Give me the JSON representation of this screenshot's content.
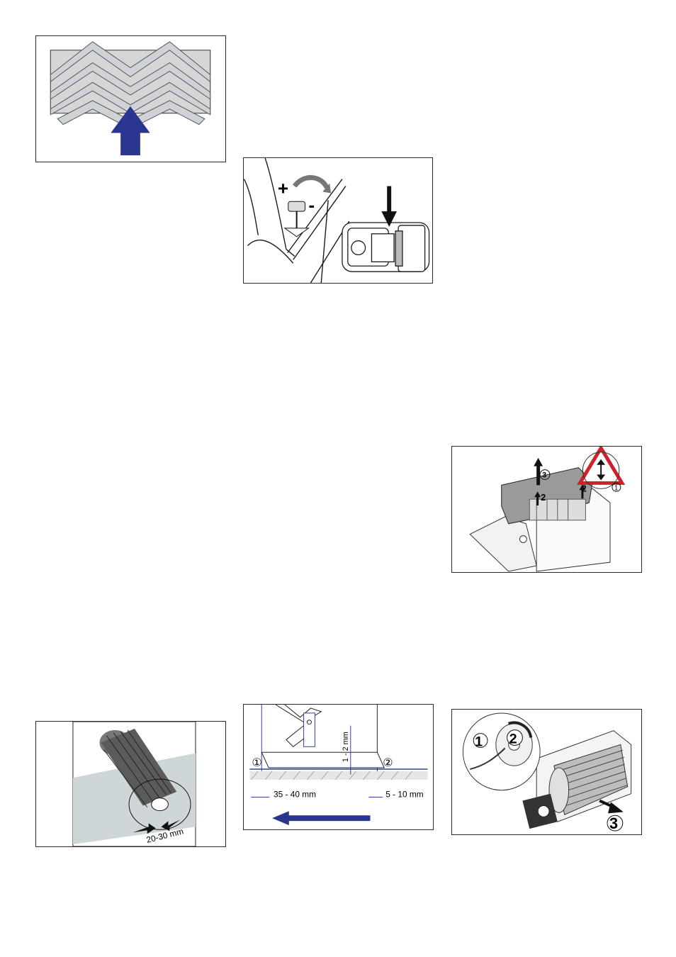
{
  "figures": {
    "filter": {},
    "adjust": {
      "plus": "+",
      "minus": "-"
    },
    "cover": {
      "n1": "1",
      "n2a": "2",
      "n2b": "2",
      "n3": "3"
    },
    "brush": {
      "dim": "20-30 mm"
    },
    "squeegee": {
      "circ1": "①",
      "circ2": "②",
      "gap": "1 - 2 mm",
      "left": "35 - 40 mm",
      "right": "5 - 10 mm"
    },
    "roller": {
      "n1": "1",
      "n2": "2",
      "n3": "3"
    }
  },
  "colors": {
    "arrow_blue": "#2a3590",
    "line": "#1a1a1a",
    "grey_fill": "#c9c9c9",
    "warn_red": "#d0202a"
  }
}
